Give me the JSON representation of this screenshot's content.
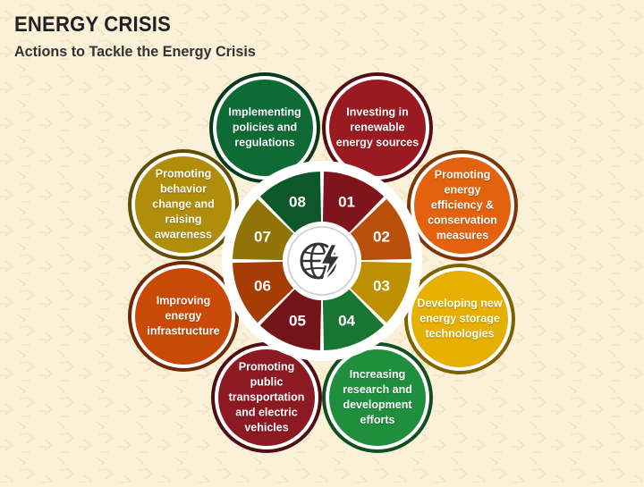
{
  "header": {
    "title": "ENERGY CRISIS",
    "subtitle": "Actions to Tackle the Energy Crisis"
  },
  "center": {
    "icon": "globe-lightning-icon"
  },
  "steps": [
    {
      "number": "01",
      "label": "Investing in renewable energy sources",
      "color": "#9a1a22"
    },
    {
      "number": "02",
      "label": "Promoting energy efficiency & conservation measures",
      "color": "#e2620e"
    },
    {
      "number": "03",
      "label": "Developing new energy storage technologies",
      "color": "#e5b000"
    },
    {
      "number": "04",
      "label": "Increasing research and development efforts",
      "color": "#1f8f3d"
    },
    {
      "number": "05",
      "label": "Promoting public transportation and electric vehicles",
      "color": "#8d1a22"
    },
    {
      "number": "06",
      "label": "Improving energy infrastructure",
      "color": "#c94a06"
    },
    {
      "number": "07",
      "label": "Promoting behavior change and raising awareness",
      "color": "#b08e0a"
    },
    {
      "number": "08",
      "label": "Implementing policies and regulations",
      "color": "#0f6b35"
    }
  ]
}
